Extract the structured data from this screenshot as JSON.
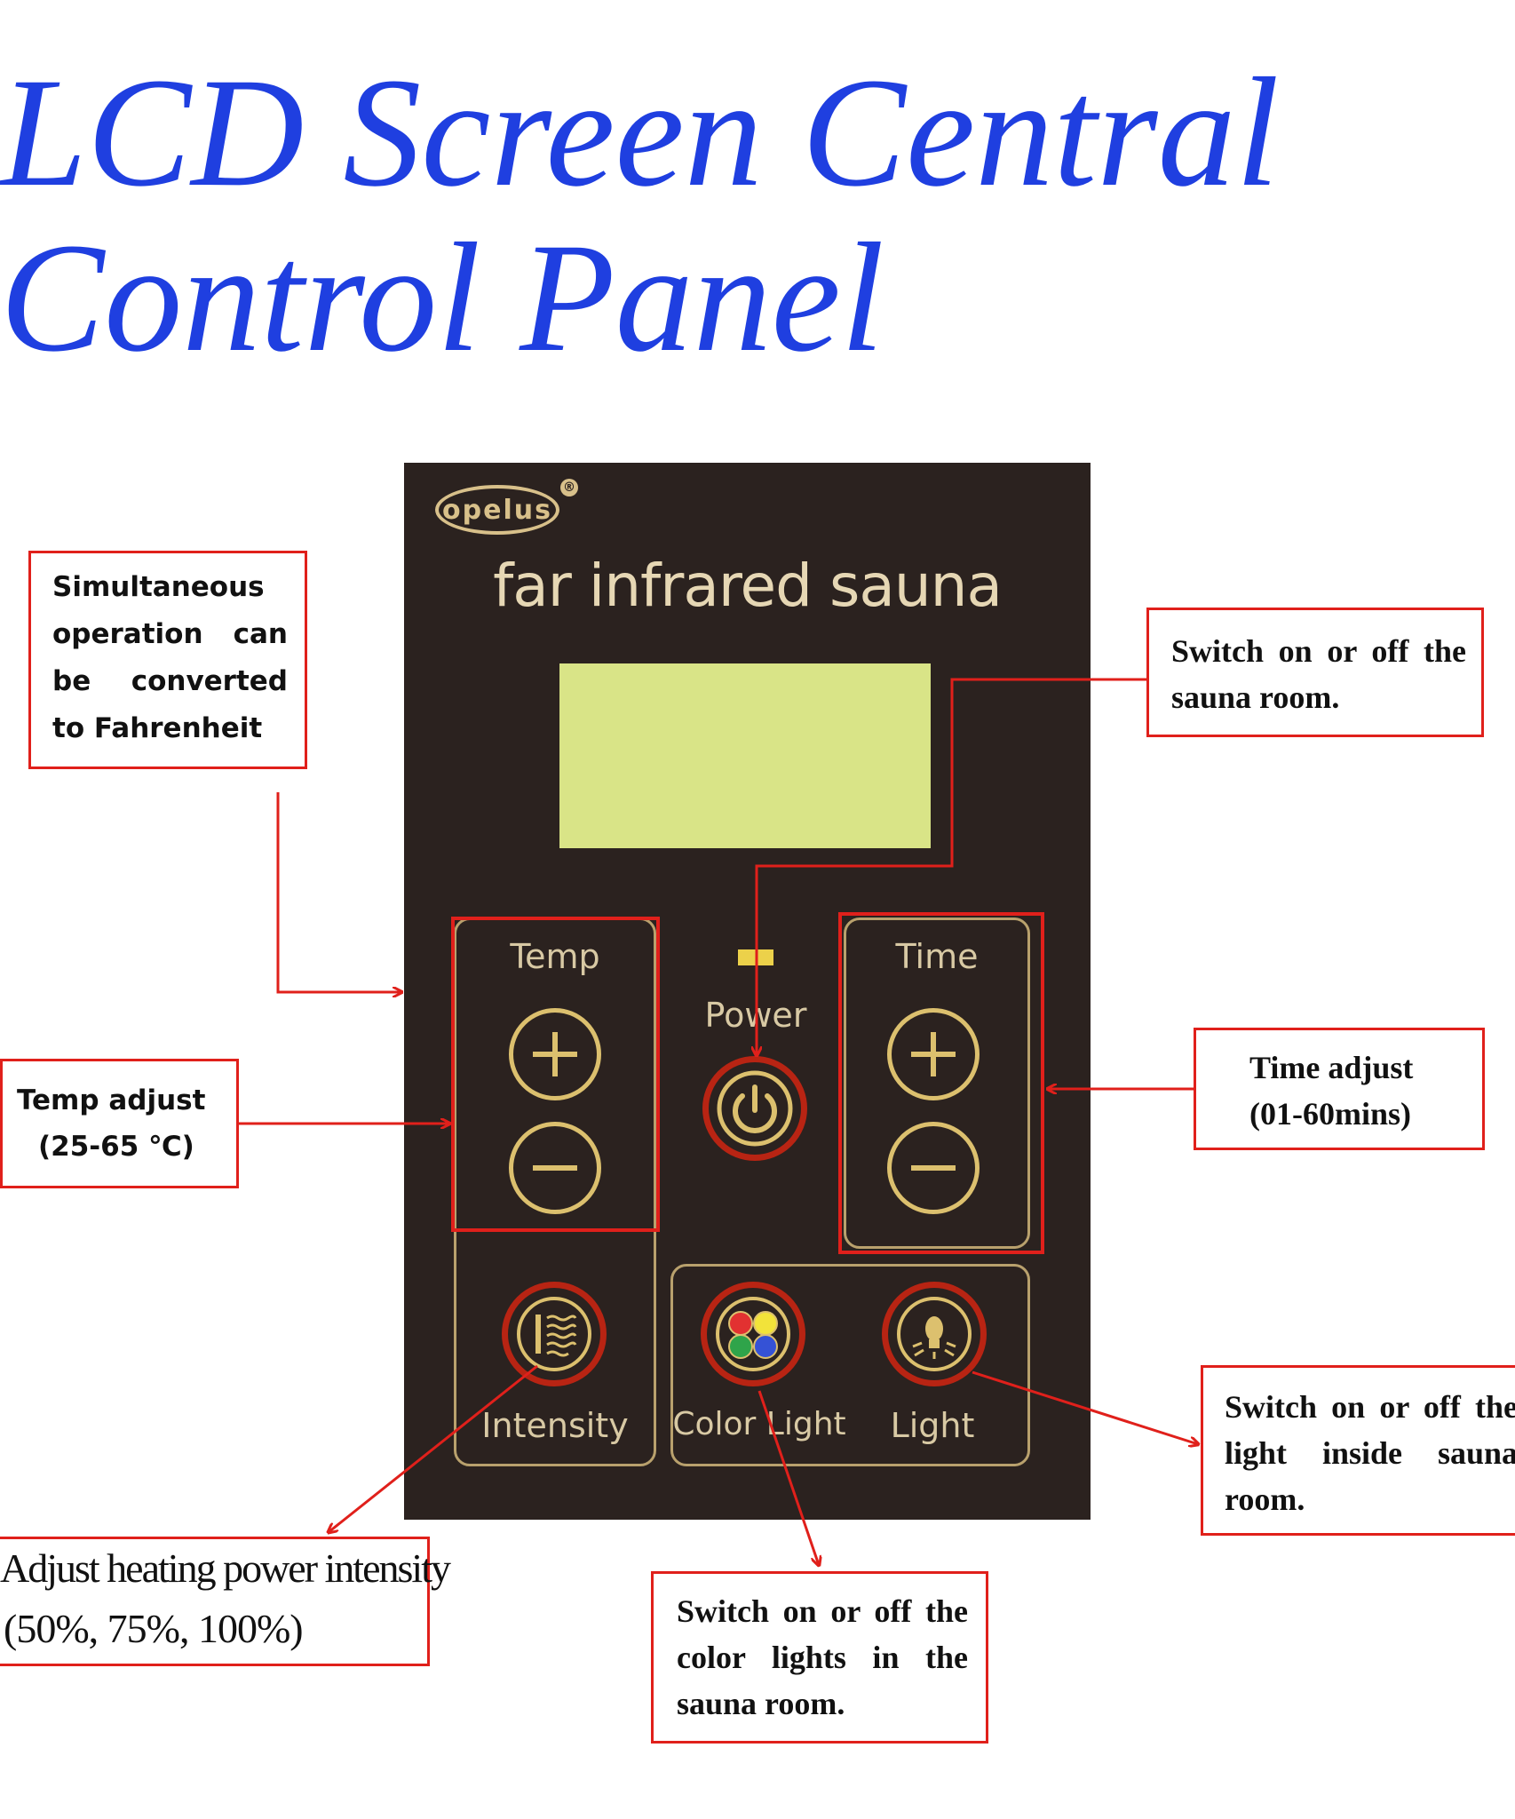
{
  "heading": {
    "line1": "LCD Screen Central",
    "line2": "Control Panel"
  },
  "panel": {
    "brand": "opelus",
    "brand_mark": "®",
    "subtitle": "far infrared sauna",
    "labels": {
      "temp": "Temp",
      "time": "Time",
      "power": "Power",
      "intensity": "Intensity",
      "color_light": "Color Light",
      "light": "Light"
    }
  },
  "callouts": {
    "fahrenheit": "Simultaneous operation can be converted to Fahrenheit",
    "temp_adjust": [
      "Temp adjust",
      "(25-65 ℃)"
    ],
    "power": "Switch on or off the sauna room.",
    "time_adjust": [
      "Time adjust",
      "(01-60mins)"
    ],
    "light": "Switch on or off the light inside sauna room.",
    "intensity": [
      "Adjust heating power intensity",
      "(50%, 75%, 100%)"
    ],
    "color_light": "Switch on or off the color lights in the sauna room."
  },
  "colors": {
    "title": "#1f3fe0",
    "panel": "#2b221f",
    "lcd": "#d9e487",
    "gold": "#dcc06e",
    "annotation_red": "#e0201b"
  },
  "icons": [
    "plus-icon",
    "minus-icon",
    "power-icon",
    "heat-waves-icon",
    "color-dots-icon",
    "bulb-icon"
  ]
}
